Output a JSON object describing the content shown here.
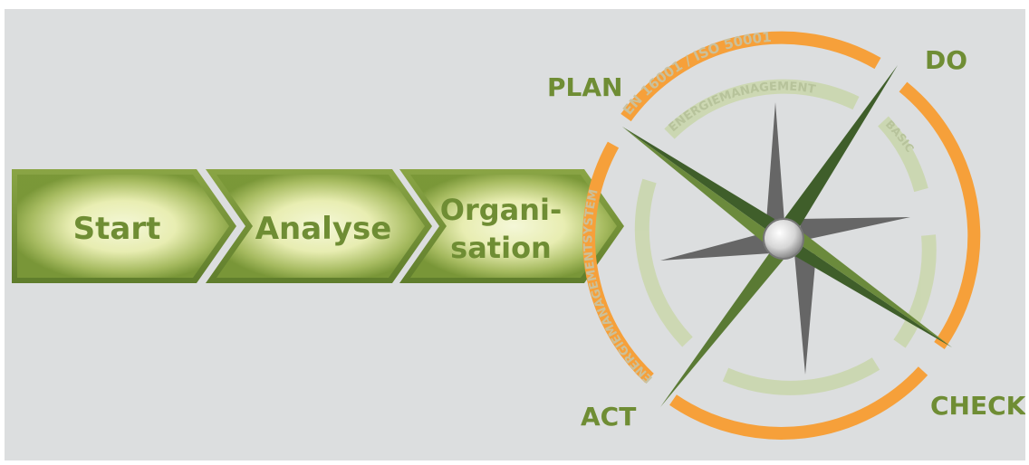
{
  "process_steps": [
    {
      "label": "Start"
    },
    {
      "label": "Analyse"
    },
    {
      "label_line1": "Organi-",
      "label_line2": "sation"
    }
  ],
  "compass": {
    "outer_ring_text": "EN 16001 / ISO 50001",
    "outer_ring_left_text": "ENERGIEMANAGEMENTSYSTEM",
    "inner_ring_text": "ENERGIEMANAGEMENT",
    "inner_ring_right_text": "BASIC"
  },
  "pdca": {
    "plan": "PLAN",
    "do": "DO",
    "check": "CHECK",
    "act": "ACT"
  },
  "colors": {
    "background": "#dcdedf",
    "arrow_green": "#6f8d34",
    "arrow_glow": "#f3f6c6",
    "label_green": "#6f8d34",
    "ring_orange": "#f6a03a",
    "ring_inner": "#cbd7b0",
    "needle_dark": "#3f5e2a",
    "needle_gray": "#666666"
  }
}
